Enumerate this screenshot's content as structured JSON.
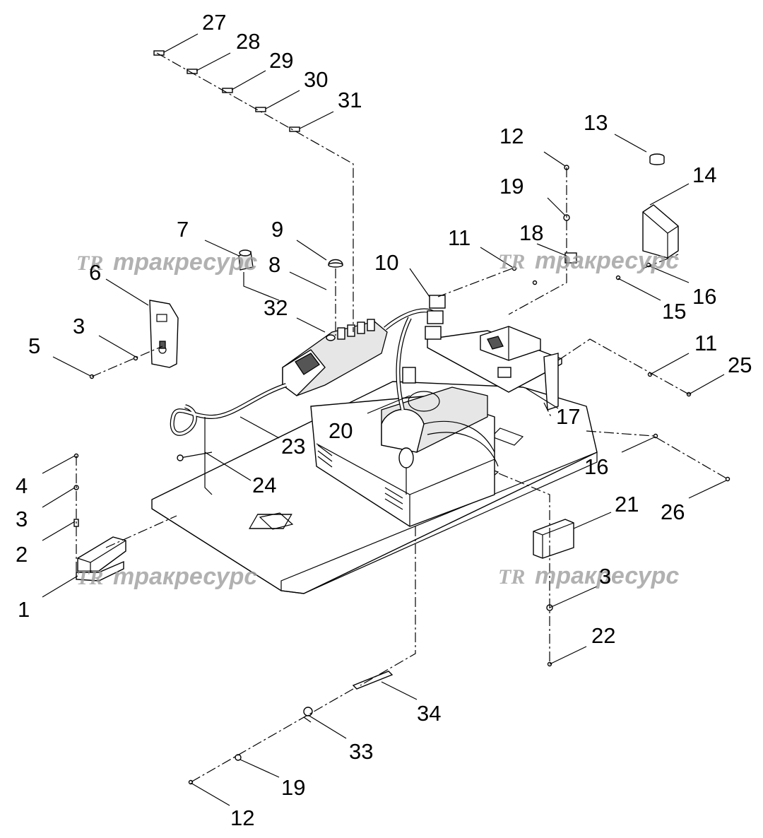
{
  "watermark": {
    "logo": "TR",
    "text": "тракресурс"
  },
  "callouts": [
    {
      "id": "c27",
      "label": "27"
    },
    {
      "id": "c28",
      "label": "28"
    },
    {
      "id": "c29",
      "label": "29"
    },
    {
      "id": "c30",
      "label": "30"
    },
    {
      "id": "c31",
      "label": "31"
    },
    {
      "id": "c12a",
      "label": "12"
    },
    {
      "id": "c13",
      "label": "13"
    },
    {
      "id": "c19a",
      "label": "19"
    },
    {
      "id": "c14",
      "label": "14"
    },
    {
      "id": "c7",
      "label": "7"
    },
    {
      "id": "c9",
      "label": "9"
    },
    {
      "id": "c11a",
      "label": "11"
    },
    {
      "id": "c18",
      "label": "18"
    },
    {
      "id": "c6",
      "label": "6"
    },
    {
      "id": "c8",
      "label": "8"
    },
    {
      "id": "c10",
      "label": "10"
    },
    {
      "id": "c16a",
      "label": "16"
    },
    {
      "id": "c15",
      "label": "15"
    },
    {
      "id": "c32",
      "label": "32"
    },
    {
      "id": "c3a",
      "label": "3"
    },
    {
      "id": "c5",
      "label": "5"
    },
    {
      "id": "c11b",
      "label": "11"
    },
    {
      "id": "c25",
      "label": "25"
    },
    {
      "id": "c17",
      "label": "17"
    },
    {
      "id": "c20",
      "label": "20"
    },
    {
      "id": "c23",
      "label": "23"
    },
    {
      "id": "c16b",
      "label": "16"
    },
    {
      "id": "c4",
      "label": "4"
    },
    {
      "id": "c24",
      "label": "24"
    },
    {
      "id": "c26",
      "label": "26"
    },
    {
      "id": "c3b",
      "label": "3"
    },
    {
      "id": "c21",
      "label": "21"
    },
    {
      "id": "c2",
      "label": "2"
    },
    {
      "id": "c3c",
      "label": "3"
    },
    {
      "id": "c1",
      "label": "1"
    },
    {
      "id": "c22",
      "label": "22"
    },
    {
      "id": "c34",
      "label": "34"
    },
    {
      "id": "c33",
      "label": "33"
    },
    {
      "id": "c19b",
      "label": "19"
    },
    {
      "id": "c12b",
      "label": "12"
    }
  ]
}
